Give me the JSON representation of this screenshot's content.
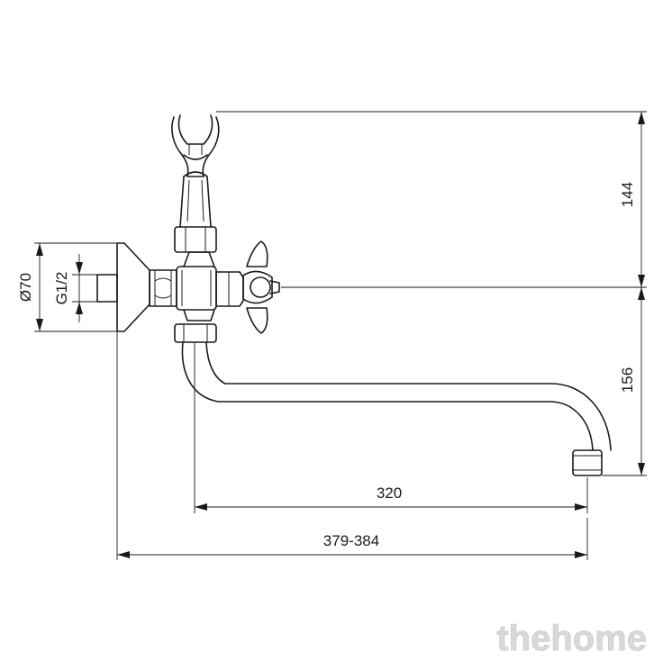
{
  "dimensions": {
    "height_upper": "144",
    "height_lower": "156",
    "diameter_flange": "Ø70",
    "thread": "G1/2",
    "spout_length": "320",
    "total_length": "379-384"
  },
  "watermark": "thehome"
}
